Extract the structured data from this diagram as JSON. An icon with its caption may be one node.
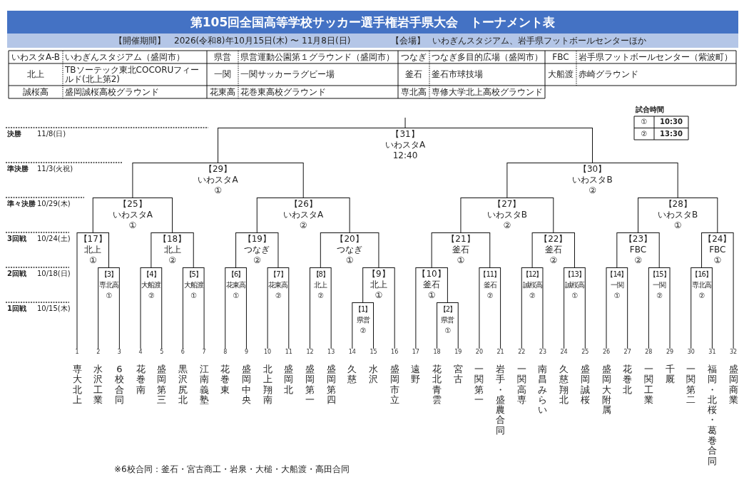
{
  "diagram": {
    "title": "第105回全国高等学校サッカー選手権岩手県大会　トーナメント表",
    "nodes": [
      {
        "text": [
          "【31】",
          "いわスタA",
          "12:40"
        ]
      },
      {
        "text": [
          "【29】",
          "いわスタA",
          "①"
        ]
      },
      {
        "text": [
          "【30】",
          "いわスタB",
          "②"
        ]
      },
      {
        "text": [
          "【25】",
          "いわスタA",
          "①"
        ]
      },
      {
        "text": [
          "【26】",
          "いわスタA",
          "②"
        ]
      },
      {
        "text": [
          "【27】",
          "いわスタB",
          "②"
        ]
      },
      {
        "text": [
          "【28】",
          "いわスタB",
          "①"
        ]
      },
      {
        "text": [
          "【17】",
          "北上",
          "①"
        ]
      },
      {
        "text": [
          "【18】",
          "北上",
          "②"
        ]
      },
      {
        "text": [
          "【19】",
          "つなぎ",
          "②"
        ]
      },
      {
        "text": [
          "【20】",
          "つなぎ",
          "①"
        ]
      },
      {
        "text": [
          "【21】",
          "釜石",
          "①"
        ]
      },
      {
        "text": [
          "【22】",
          "釜石",
          "②"
        ]
      },
      {
        "text": [
          "【23】",
          "FBC",
          "②"
        ]
      },
      {
        "text": [
          "【24】",
          "FBC",
          "①"
        ]
      },
      {
        "text": [
          "【3】",
          "専北高",
          "①"
        ]
      },
      {
        "text": [
          "【4】",
          "大船渡",
          "②"
        ]
      },
      {
        "text": [
          "【5】",
          "大船渡",
          "①"
        ]
      },
      {
        "text": [
          "【6】",
          "花東高",
          "①"
        ]
      },
      {
        "text": [
          "【7】",
          "花東高",
          "②"
        ]
      },
      {
        "text": [
          "【8】",
          "北上",
          "②"
        ]
      },
      {
        "text": [
          "【9】",
          "北上",
          "①"
        ]
      },
      {
        "text": [
          "【10】",
          "釜石",
          "①"
        ]
      },
      {
        "text": [
          "【11】",
          "釜石",
          "②"
        ]
      },
      {
        "text": [
          "【12】",
          "誠桜高",
          "②"
        ]
      },
      {
        "text": [
          "【13】",
          "誠桜高",
          "①"
        ]
      },
      {
        "text": [
          "【14】",
          "一関",
          "①"
        ]
      },
      {
        "text": [
          "【15】",
          "一関",
          "②"
        ]
      },
      {
        "text": [
          "【16】",
          "専北高",
          "②"
        ]
      },
      {
        "text": [
          "【1】",
          "県営",
          "②"
        ]
      },
      {
        "text": [
          "【2】",
          "県営",
          "①"
        ]
      },
      {
        "text": [
          "1",
          "専大北上"
        ]
      },
      {
        "text": [
          "2",
          "水沢工業"
        ]
      },
      {
        "text": [
          "3",
          "6校合同"
        ]
      },
      {
        "text": [
          "4",
          "花巻南"
        ]
      },
      {
        "text": [
          "5",
          "盛岡第三"
        ]
      },
      {
        "text": [
          "6",
          "黒沢尻北"
        ]
      },
      {
        "text": [
          "7",
          "江南義塾"
        ]
      },
      {
        "text": [
          "8",
          "花巻東"
        ]
      },
      {
        "text": [
          "9",
          "盛岡中央"
        ]
      },
      {
        "text": [
          "10",
          "北上翔南"
        ]
      },
      {
        "text": [
          "11",
          "盛岡北"
        ]
      },
      {
        "text": [
          "12",
          "盛岡第一"
        ]
      },
      {
        "text": [
          "13",
          "盛岡第四"
        ]
      },
      {
        "text": [
          "14",
          "久慈"
        ]
      },
      {
        "text": [
          "15",
          "水沢"
        ]
      },
      {
        "text": [
          "16",
          "盛岡市立"
        ]
      },
      {
        "text": [
          "17",
          "遠野"
        ]
      },
      {
        "text": [
          "18",
          "花北青雲"
        ]
      },
      {
        "text": [
          "19",
          "宮古"
        ]
      },
      {
        "text": [
          "20",
          "一関第一"
        ]
      },
      {
        "text": [
          "21",
          "岩手・盛農合同"
        ]
      },
      {
        "text": [
          "22",
          "一関高専"
        ]
      },
      {
        "text": [
          "23",
          "南昌みらい"
        ]
      },
      {
        "text": [
          "24",
          "久慈翔北"
        ]
      },
      {
        "text": [
          "25",
          "盛岡誠桜"
        ]
      },
      {
        "text": [
          "26",
          "盛岡大附属"
        ]
      },
      {
        "text": [
          "27",
          "花巻北"
        ]
      },
      {
        "text": [
          "28",
          "一関工業"
        ]
      },
      {
        "text": [
          "29",
          "千厩"
        ]
      },
      {
        "text": [
          "30",
          "一関第二"
        ]
      },
      {
        "text": [
          "31",
          "福岡・北桜・葛巻合同"
        ]
      },
      {
        "text": [
          "32",
          "盛岡商業"
        ]
      }
    ],
    "edges": [
      {
        "from": 1,
        "to": 0,
        "arrow": "none"
      },
      {
        "from": 2,
        "to": 0,
        "arrow": "none"
      },
      {
        "from": 3,
        "to": 1,
        "arrow": "none"
      },
      {
        "from": 4,
        "to": 1,
        "arrow": "none"
      },
      {
        "from": 5,
        "to": 2,
        "arrow": "none"
      },
      {
        "from": 6,
        "to": 2,
        "arrow": "none"
      },
      {
        "from": 7,
        "to": 3,
        "arrow": "none"
      },
      {
        "from": 8,
        "to": 3,
        "arrow": "none"
      },
      {
        "from": 9,
        "to": 4,
        "arrow": "none"
      },
      {
        "from": 10,
        "to": 4,
        "arrow": "none"
      },
      {
        "from": 11,
        "to": 5,
        "arrow": "none"
      },
      {
        "from": 12,
        "to": 5,
        "arrow": "none"
      },
      {
        "from": 13,
        "to": 6,
        "arrow": "none"
      },
      {
        "from": 14,
        "to": 6,
        "arrow": "none"
      },
      {
        "from": 31,
        "to": 7,
        "arrow": "none"
      },
      {
        "from": 15,
        "to": 7,
        "arrow": "none"
      },
      {
        "from": 16,
        "to": 8,
        "arrow": "none"
      },
      {
        "from": 17,
        "to": 8,
        "arrow": "none"
      },
      {
        "from": 18,
        "to": 9,
        "arrow": "none"
      },
      {
        "from": 19,
        "to": 9,
        "arrow": "none"
      },
      {
        "from": 20,
        "to": 10,
        "arrow": "none"
      },
      {
        "from": 21,
        "to": 10,
        "arrow": "none"
      },
      {
        "from": 22,
        "to": 11,
        "arrow": "none"
      },
      {
        "from": 23,
        "to": 11,
        "arrow": "none"
      },
      {
        "from": 24,
        "to": 12,
        "arrow": "none"
      },
      {
        "from": 25,
        "to": 12,
        "arrow": "none"
      },
      {
        "from": 26,
        "to": 13,
        "arrow": "none"
      },
      {
        "from": 27,
        "to": 13,
        "arrow": "none"
      },
      {
        "from": 28,
        "to": 14,
        "arrow": "none"
      },
      {
        "from": 62,
        "to": 14,
        "arrow": "none"
      },
      {
        "from": 32,
        "to": 15,
        "arrow": "none"
      },
      {
        "from": 33,
        "to": 15,
        "arrow": "none"
      },
      {
        "from": 34,
        "to": 16,
        "arrow": "none"
      },
      {
        "from": 35,
        "to": 16,
        "arrow": "none"
      },
      {
        "from": 36,
        "to": 17,
        "arrow": "none"
      },
      {
        "from": 37,
        "to": 17,
        "arrow": "none"
      },
      {
        "from": 38,
        "to": 18,
        "arrow": "none"
      },
      {
        "from": 39,
        "to": 18,
        "arrow": "none"
      },
      {
        "from": 40,
        "to": 19,
        "arrow": "none"
      },
      {
        "from": 41,
        "to": 19,
        "arrow": "none"
      },
      {
        "from": 42,
        "to": 20,
        "arrow": "none"
      },
      {
        "from": 43,
        "to": 20,
        "arrow": "none"
      },
      {
        "from": 29,
        "to": 21,
        "arrow": "none"
      },
      {
        "from": 46,
        "to": 21,
        "arrow": "none"
      },
      {
        "from": 47,
        "to": 22,
        "arrow": "none"
      },
      {
        "from": 30,
        "to": 22,
        "arrow": "none"
      },
      {
        "from": 50,
        "to": 23,
        "arrow": "none"
      },
      {
        "from": 51,
        "to": 23,
        "arrow": "none"
      },
      {
        "from": 52,
        "to": 24,
        "arrow": "none"
      },
      {
        "from": 53,
        "to": 24,
        "arrow": "none"
      },
      {
        "from": 54,
        "to": 25,
        "arrow": "none"
      },
      {
        "from": 55,
        "to": 25,
        "arrow": "none"
      },
      {
        "from": 56,
        "to": 26,
        "arrow": "none"
      },
      {
        "from": 57,
        "to": 26,
        "arrow": "none"
      },
      {
        "from": 58,
        "to": 27,
        "arrow": "none"
      },
      {
        "from": 59,
        "to": 27,
        "arrow": "none"
      },
      {
        "from": 60,
        "to": 28,
        "arrow": "none"
      },
      {
        "from": 61,
        "to": 28,
        "arrow": "none"
      },
      {
        "from": 44,
        "to": 29,
        "arrow": "none"
      },
      {
        "from": 45,
        "to": 29,
        "arrow": "none"
      },
      {
        "from": 48,
        "to": 30,
        "arrow": "none"
      },
      {
        "from": 49,
        "to": 30,
        "arrow": "none"
      },
      {
        "from": 0,
        "to": null,
        "arrow": "none"
      }
    ],
    "labels": [
      "【開催期間】",
      "2026(令和8)年10月15日(木) 〜 11月8日(日)",
      "【会場】",
      "いわぎんスタジアム、岩手県フットボールセンターほか",
      "いわスタA-B",
      "いわぎんスタジアム（盛岡市）",
      "県営",
      "県営運動公園第１グラウンド（盛岡市）",
      "つなぎ",
      "つなぎ多目的広場（盛岡市）",
      "FBC",
      "岩手県フットボールセンター（紫波町）",
      "北上",
      "TBソーテック東北COCORUフィールド(北上第2)",
      "一関",
      "一関サッカーラグビー場",
      "釜石",
      "釜石市球技場",
      "大船渡",
      "赤崎グラウンド",
      "誠桜高",
      "盛岡誠桜高校グラウンド",
      "花東高",
      "花巻東高校グラウンド",
      "専北高",
      "専修大学北上高校グラウンド",
      "試合時間",
      "①",
      "10:30",
      "②",
      "13:30",
      "決勝",
      "11/8(日)",
      "準決勝",
      "11/3(火祝)",
      "準々決勝",
      "10/29(木)",
      "3回戦",
      "10/24(土)",
      "2回戦",
      "10/18(日)",
      "1回戦",
      "10/15(木)",
      "※6校合同：釜石・宮古商工・岩泉・大槌・大船渡・高田合同"
    ]
  }
}
